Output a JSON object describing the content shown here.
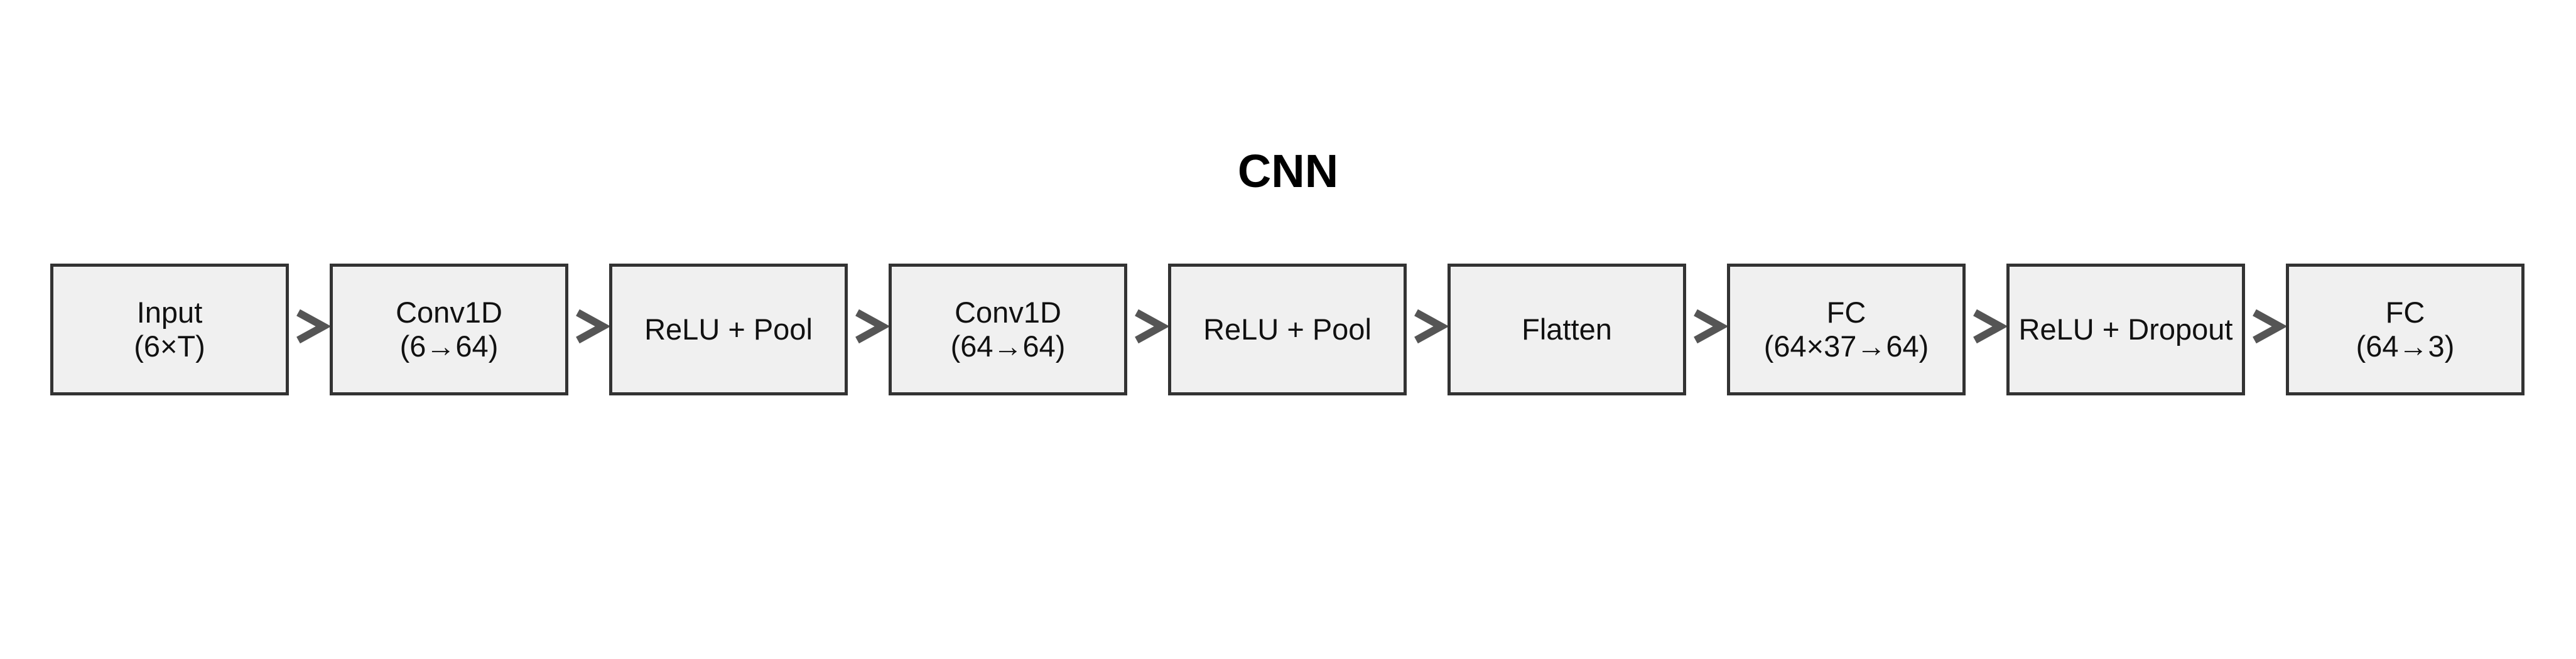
{
  "diagram": {
    "title": "CNN",
    "blocks": [
      {
        "line1": "Input",
        "line2": "(6×T)"
      },
      {
        "line1": "Conv1D",
        "line2": "(6→64)"
      },
      {
        "line1": "ReLU + Pool",
        "line2": ""
      },
      {
        "line1": "Conv1D",
        "line2": "(64→64)"
      },
      {
        "line1": "ReLU + Pool",
        "line2": ""
      },
      {
        "line1": "Flatten",
        "line2": ""
      },
      {
        "line1": "FC",
        "line2": "(64×37→64)"
      },
      {
        "line1": "ReLU + Dropout",
        "line2": ""
      },
      {
        "line1": "FC",
        "line2": "(64→3)"
      }
    ],
    "colors": {
      "block_fill": "#f0f0f0",
      "block_border": "#333333",
      "arrow": "#555555"
    },
    "arrow_icon": "chevron-right-icon"
  }
}
